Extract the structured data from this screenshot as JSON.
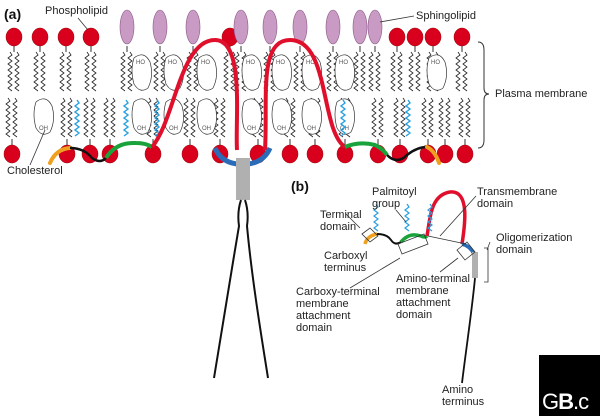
{
  "panels": {
    "a": "(a)",
    "b": "(b)"
  },
  "labels_a": {
    "phospholipid": "Phospholipid",
    "sphingolipid": "Sphingolipid",
    "plasma_membrane": "Plasma membrane",
    "cholesterol": "Cholesterol"
  },
  "labels_b": {
    "terminal_domain": "Terminal\ndomain",
    "palmitoyl_group": "Palmitoyl\ngroup",
    "transmembrane_domain": "Transmembrane\ndomain",
    "carboxyl_terminus": "Carboxyl\nterminus",
    "oligomerization_domain": "Oligomerization\ndomain",
    "carboxy_terminal_domain": "Carboxy-terminal\nmembrane\nattachment\ndomain",
    "amino_terminal_domain": "Amino-terminal\nmembrane\nattachment\ndomain",
    "amino_terminus": "Amino\nterminus"
  },
  "cholesterol_groups": {
    "top": "HO",
    "bottom": "OH"
  },
  "logo": {
    "prefix": "G",
    "bold": "B",
    "suffix": ".c"
  },
  "colors": {
    "headgroup": "#d8001c",
    "sphingolipid": "#c89ac4",
    "transmembrane": "#e0102c",
    "carboxy_attach": "#1aa33a",
    "terminal": "#f0a020",
    "amino_attach": "#2a6cb8",
    "oligomerization": "#b0b0b0",
    "palmitoyl": "#2aa0e0"
  }
}
